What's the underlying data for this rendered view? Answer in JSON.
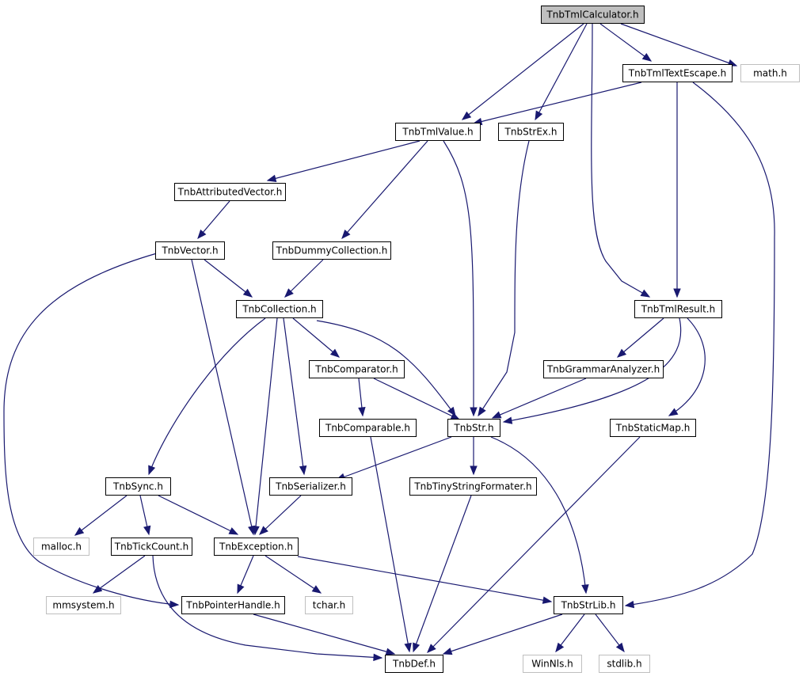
{
  "diagram": {
    "title": "TnbTmlCalculator.h",
    "edge_color": "#191970",
    "external_border_color": "#bfbfbf",
    "root_fill_color": "#bfbfbf",
    "nodes": [
      {
        "id": "calc",
        "label": "TnbTmlCalculator.h",
        "kind": "root"
      },
      {
        "id": "escape",
        "label": "TnbTmlTextEscape.h",
        "kind": "internal"
      },
      {
        "id": "math",
        "label": "math.h",
        "kind": "external"
      },
      {
        "id": "value",
        "label": "TnbTmlValue.h",
        "kind": "internal"
      },
      {
        "id": "strex",
        "label": "TnbStrEx.h",
        "kind": "internal"
      },
      {
        "id": "attrvec",
        "label": "TnbAttributedVector.h",
        "kind": "internal"
      },
      {
        "id": "vector",
        "label": "TnbVector.h",
        "kind": "internal"
      },
      {
        "id": "dummy",
        "label": "TnbDummyCollection.h",
        "kind": "internal"
      },
      {
        "id": "collection",
        "label": "TnbCollection.h",
        "kind": "internal"
      },
      {
        "id": "result",
        "label": "TnbTmlResult.h",
        "kind": "internal"
      },
      {
        "id": "comparator",
        "label": "TnbComparator.h",
        "kind": "internal"
      },
      {
        "id": "grammar",
        "label": "TnbGrammarAnalyzer.h",
        "kind": "internal"
      },
      {
        "id": "comparable",
        "label": "TnbComparable.h",
        "kind": "internal"
      },
      {
        "id": "str",
        "label": "TnbStr.h",
        "kind": "internal"
      },
      {
        "id": "staticmap",
        "label": "TnbStaticMap.h",
        "kind": "internal"
      },
      {
        "id": "sync",
        "label": "TnbSync.h",
        "kind": "internal"
      },
      {
        "id": "serializer",
        "label": "TnbSerializer.h",
        "kind": "internal"
      },
      {
        "id": "tiny",
        "label": "TnbTinyStringFormater.h",
        "kind": "internal"
      },
      {
        "id": "malloc",
        "label": "malloc.h",
        "kind": "external"
      },
      {
        "id": "tick",
        "label": "TnbTickCount.h",
        "kind": "internal"
      },
      {
        "id": "exception",
        "label": "TnbException.h",
        "kind": "internal"
      },
      {
        "id": "mmsystem",
        "label": "mmsystem.h",
        "kind": "external"
      },
      {
        "id": "pointer",
        "label": "TnbPointerHandle.h",
        "kind": "internal"
      },
      {
        "id": "tchar",
        "label": "tchar.h",
        "kind": "external"
      },
      {
        "id": "strlib",
        "label": "TnbStrLib.h",
        "kind": "internal"
      },
      {
        "id": "def",
        "label": "TnbDef.h",
        "kind": "internal"
      },
      {
        "id": "winnls",
        "label": "WinNls.h",
        "kind": "external"
      },
      {
        "id": "stdlib",
        "label": "stdlib.h",
        "kind": "external"
      }
    ],
    "edges": [
      {
        "from": "calc",
        "to": "escape"
      },
      {
        "from": "calc",
        "to": "math"
      },
      {
        "from": "calc",
        "to": "value"
      },
      {
        "from": "calc",
        "to": "strex"
      },
      {
        "from": "calc",
        "to": "result"
      },
      {
        "from": "escape",
        "to": "value"
      },
      {
        "from": "escape",
        "to": "result"
      },
      {
        "from": "escape",
        "to": "strlib"
      },
      {
        "from": "value",
        "to": "attrvec"
      },
      {
        "from": "value",
        "to": "dummy"
      },
      {
        "from": "value",
        "to": "str"
      },
      {
        "from": "strex",
        "to": "str"
      },
      {
        "from": "attrvec",
        "to": "vector"
      },
      {
        "from": "vector",
        "to": "collection"
      },
      {
        "from": "vector",
        "to": "exception"
      },
      {
        "from": "vector",
        "to": "pointer"
      },
      {
        "from": "dummy",
        "to": "collection"
      },
      {
        "from": "collection",
        "to": "comparator"
      },
      {
        "from": "collection",
        "to": "str"
      },
      {
        "from": "collection",
        "to": "sync"
      },
      {
        "from": "collection",
        "to": "serializer"
      },
      {
        "from": "collection",
        "to": "exception"
      },
      {
        "from": "result",
        "to": "grammar"
      },
      {
        "from": "result",
        "to": "str"
      },
      {
        "from": "result",
        "to": "staticmap"
      },
      {
        "from": "comparator",
        "to": "comparable"
      },
      {
        "from": "comparator",
        "to": "str"
      },
      {
        "from": "grammar",
        "to": "str"
      },
      {
        "from": "comparable",
        "to": "def"
      },
      {
        "from": "str",
        "to": "serializer"
      },
      {
        "from": "str",
        "to": "tiny"
      },
      {
        "from": "str",
        "to": "strlib"
      },
      {
        "from": "staticmap",
        "to": "def"
      },
      {
        "from": "sync",
        "to": "malloc"
      },
      {
        "from": "sync",
        "to": "tick"
      },
      {
        "from": "sync",
        "to": "exception"
      },
      {
        "from": "serializer",
        "to": "exception"
      },
      {
        "from": "tiny",
        "to": "def"
      },
      {
        "from": "tick",
        "to": "mmsystem"
      },
      {
        "from": "tick",
        "to": "def"
      },
      {
        "from": "exception",
        "to": "pointer"
      },
      {
        "from": "exception",
        "to": "tchar"
      },
      {
        "from": "exception",
        "to": "strlib"
      },
      {
        "from": "pointer",
        "to": "def"
      },
      {
        "from": "strlib",
        "to": "def"
      },
      {
        "from": "strlib",
        "to": "winnls"
      },
      {
        "from": "strlib",
        "to": "stdlib"
      }
    ]
  }
}
